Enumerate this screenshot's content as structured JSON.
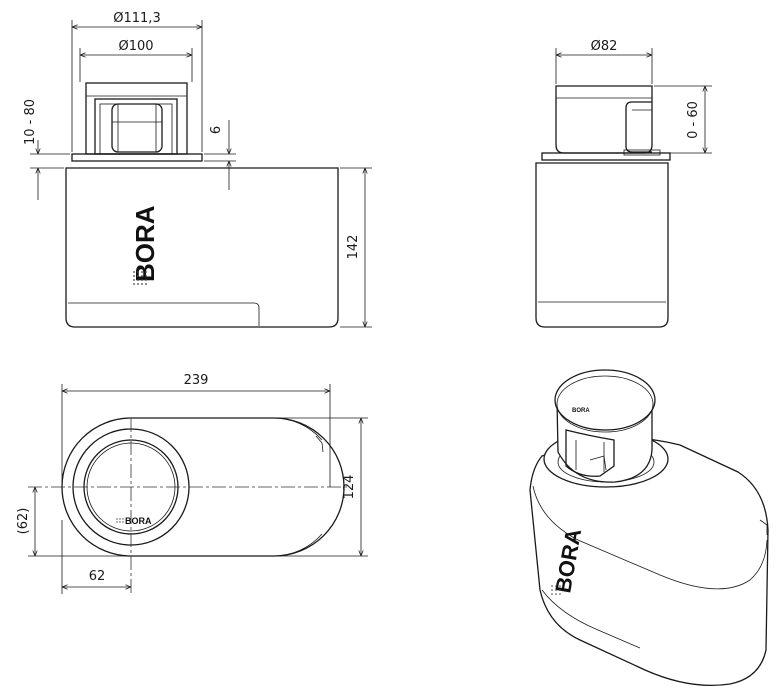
{
  "brand": {
    "name": "BORA"
  },
  "dimensions": {
    "front": {
      "outer_diameter": "Ø111,3",
      "inner_diameter": "Ø100",
      "height_adjust": "10 - 80",
      "plate": "6",
      "body_height": "142"
    },
    "side": {
      "diameter": "Ø82",
      "lift": "0 - 60"
    },
    "top": {
      "length": "239",
      "width": "124",
      "center_offset": "(62)",
      "center_x": "62"
    }
  },
  "colors": {
    "line": "#1a1a1a",
    "background": "#ffffff"
  }
}
